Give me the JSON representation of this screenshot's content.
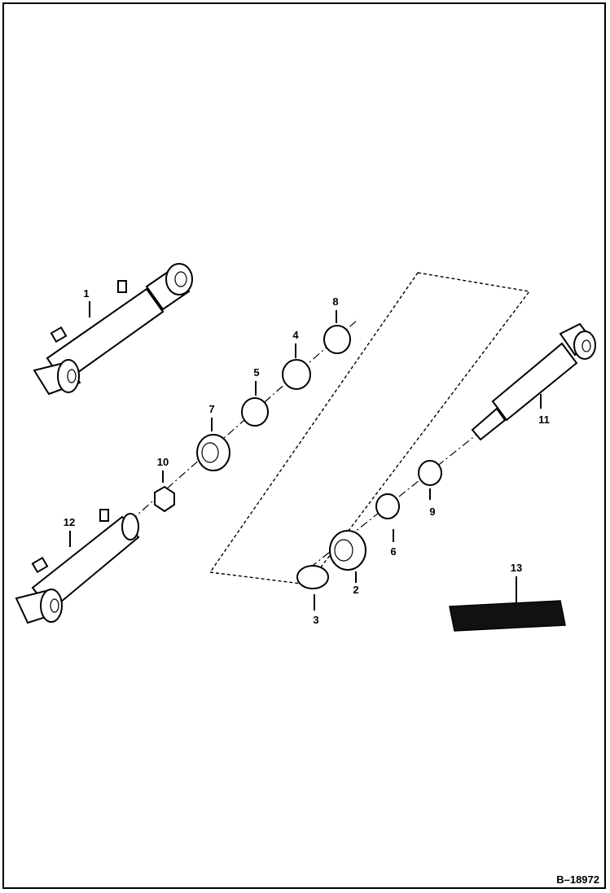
{
  "diagram": {
    "figure_id": "B–18972",
    "callouts": [
      {
        "id": "c1",
        "label": "1"
      },
      {
        "id": "c2",
        "label": "2"
      },
      {
        "id": "c3",
        "label": "3"
      },
      {
        "id": "c4",
        "label": "4"
      },
      {
        "id": "c5",
        "label": "5"
      },
      {
        "id": "c6",
        "label": "6"
      },
      {
        "id": "c7",
        "label": "7"
      },
      {
        "id": "c8",
        "label": "8"
      },
      {
        "id": "c9",
        "label": "9"
      },
      {
        "id": "c10",
        "label": "10"
      },
      {
        "id": "c11",
        "label": "11"
      },
      {
        "id": "c12",
        "label": "12"
      },
      {
        "id": "c13",
        "label": "13"
      }
    ]
  }
}
